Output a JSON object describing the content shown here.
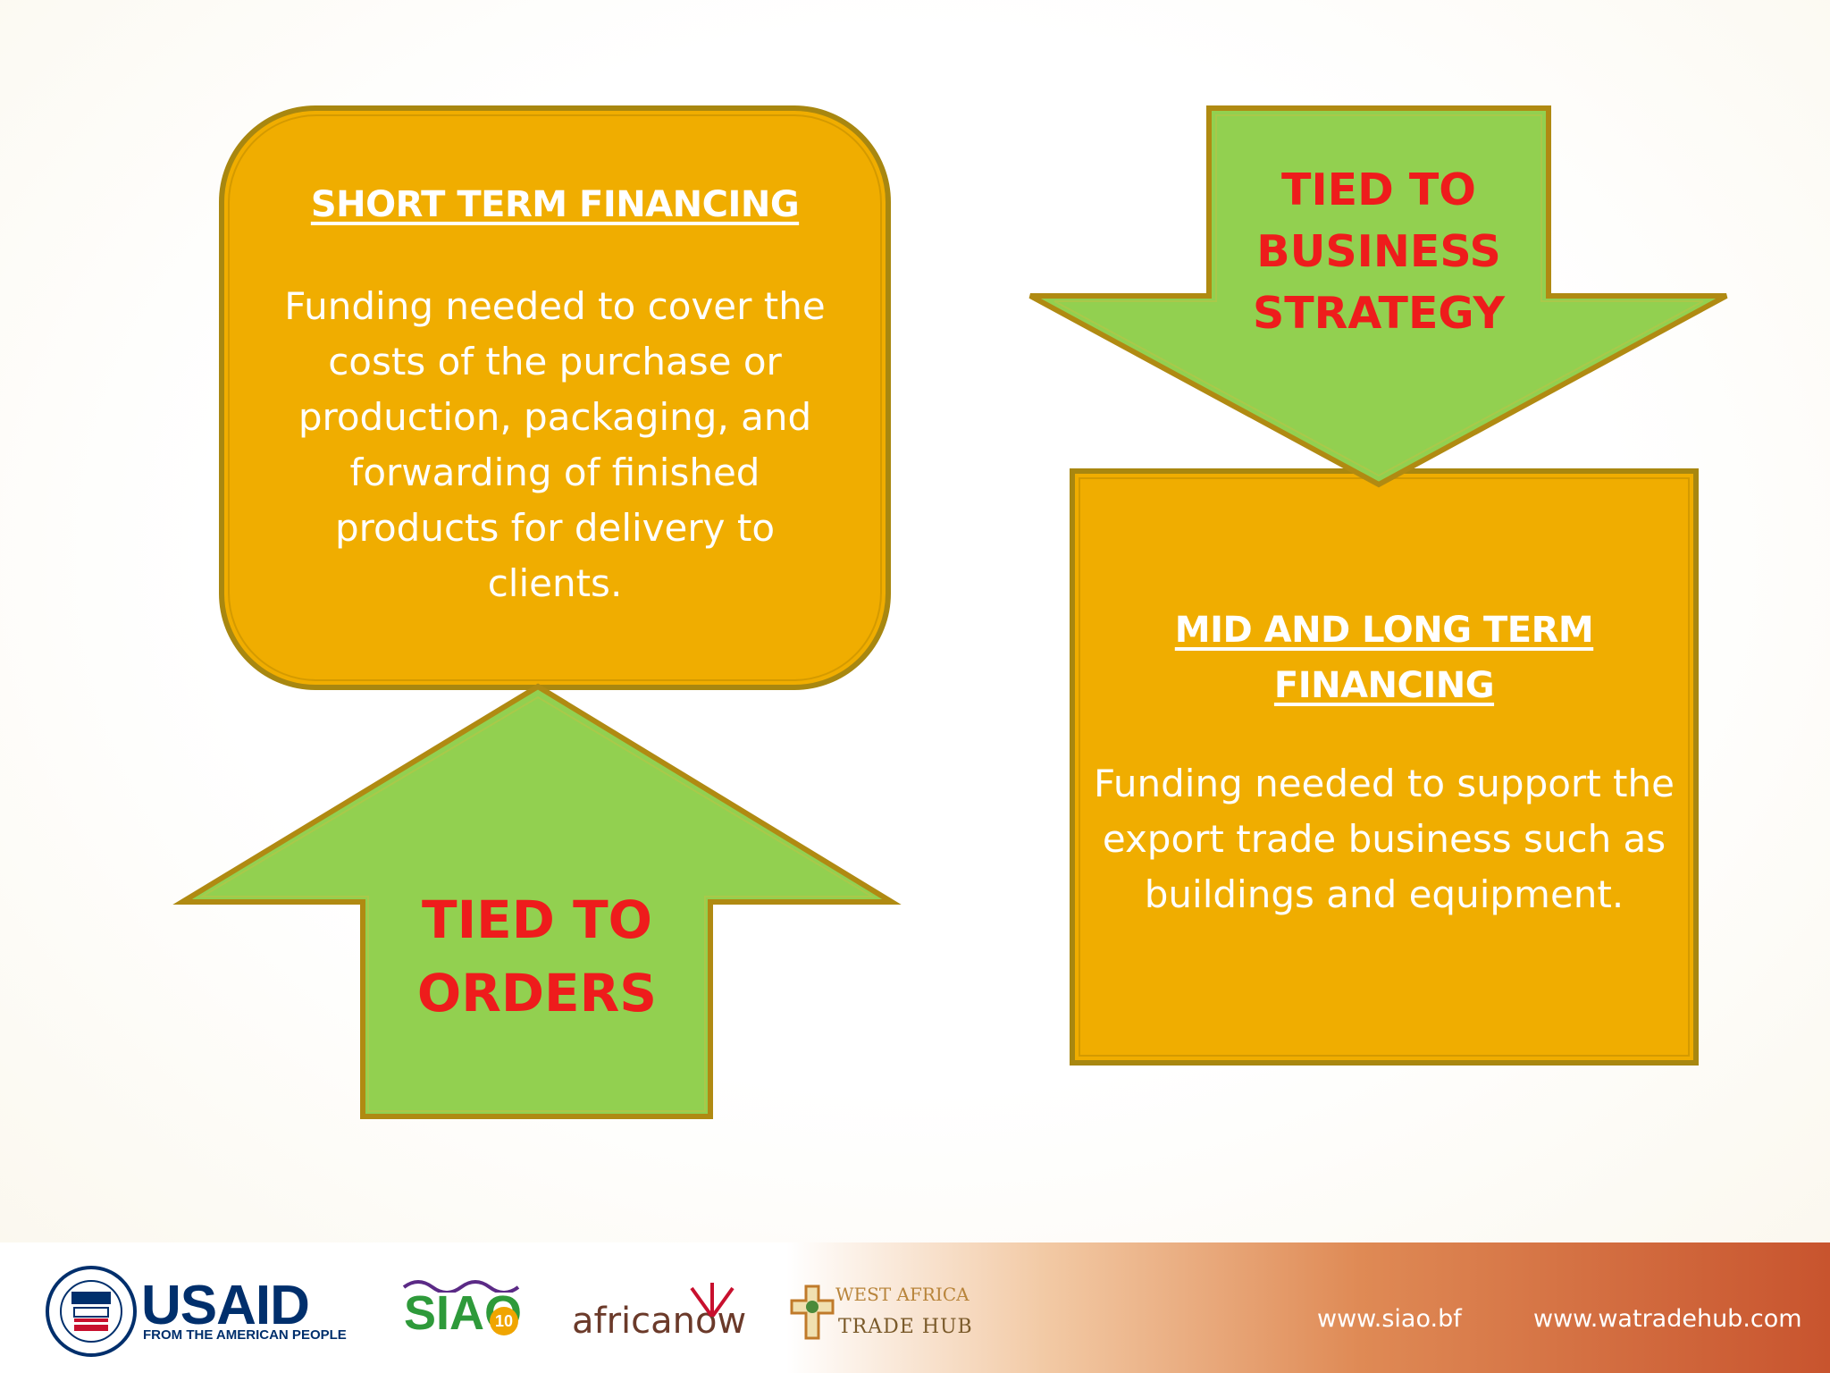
{
  "short_term": {
    "title": "SHORT TERM FINANCING",
    "body": "Funding needed to cover the costs of the purchase or production, packaging, and forwarding of finished products for delivery to clients."
  },
  "long_term": {
    "title_line1": "MID AND LONG TERM",
    "title_line2": "FINANCING",
    "body": "Funding needed to support the export trade business such as buildings and equipment."
  },
  "arrow_orders": {
    "line1": "TIED TO",
    "line2": "ORDERS"
  },
  "arrow_strategy": {
    "line1": "TIED TO",
    "line2": "BUSINESS",
    "line3": "STRATEGY"
  },
  "footer": {
    "logos": {
      "usaid": "USAID",
      "usaid_tagline": "FROM THE AMERICAN PEOPLE",
      "siao": "SIAO",
      "siao_badge": "10",
      "africanow": "africanow",
      "wath_line1": "WEST AFRICA",
      "wath_line2": "TRADE HUB"
    },
    "url_left": "www.siao.bf",
    "url_right": "www.watradehub.com"
  },
  "colors": {
    "box_fill": "#f0ad00",
    "box_stroke": "#a88710",
    "arrow_fill": "#92d050",
    "arrow_stroke": "#b08a12",
    "label_red": "#ee1c1c"
  }
}
